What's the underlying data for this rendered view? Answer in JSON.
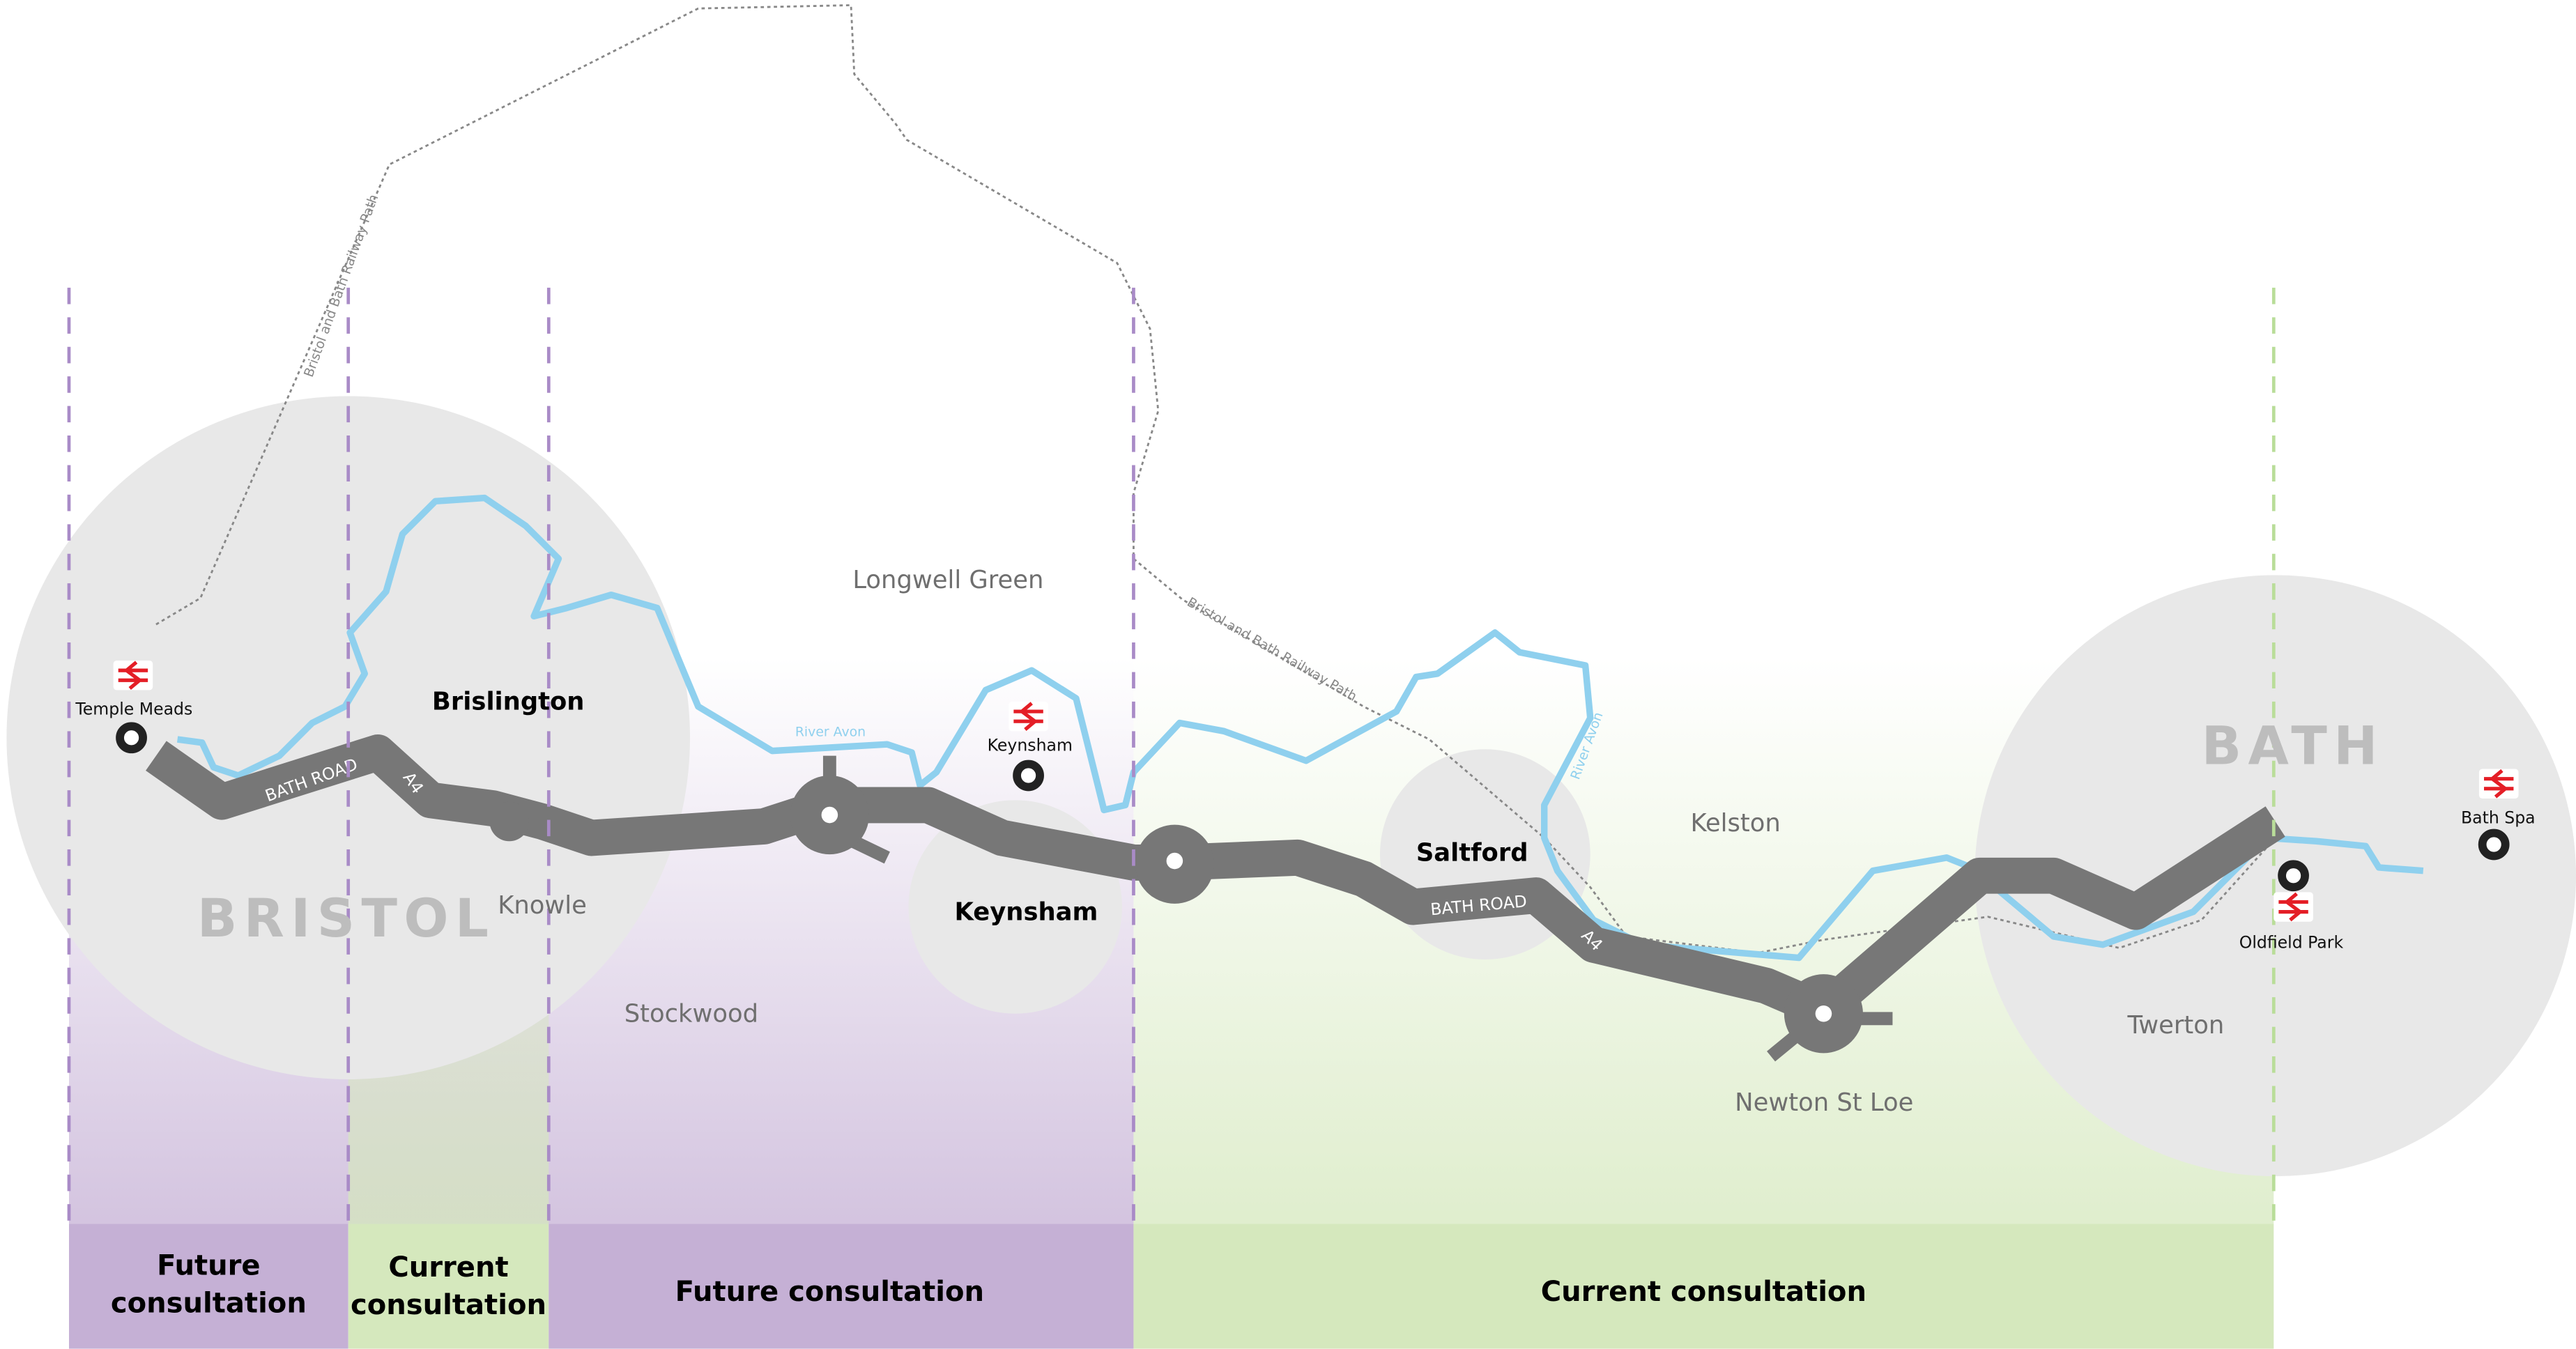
{
  "colors": {
    "road": "#777777",
    "river": "#8fd0ee",
    "future": "#c5b0d5",
    "current": "#d5e8bd",
    "circle": "#e8e8e8",
    "rail_red": "#e41e26"
  },
  "cities": {
    "bristol": "BRISTOL",
    "bath": "BATH"
  },
  "places": {
    "longwell_green": "Longwell Green",
    "knowle": "Knowle",
    "stockwood": "Stockwood",
    "kelston": "Kelston",
    "newton_st_loe": "Newton St Loe",
    "twerton": "Twerton"
  },
  "towns": {
    "brislington": "Brislington",
    "keynsham": "Keynsham",
    "saltford": "Saltford"
  },
  "stations": {
    "temple_meads": "Temple Meads",
    "keynsham": "Keynsham",
    "oldfield_park": "Oldfield Park",
    "bath_spa": "Bath Spa"
  },
  "roads": {
    "bath_road": "BATH ROAD",
    "a4": "A4"
  },
  "river": "River Avon",
  "railway_path": "Bristol and Bath Railway Path",
  "bands": [
    {
      "line1": "Future",
      "line2": "consultation",
      "status": "future"
    },
    {
      "line1": "Current",
      "line2": "consultation",
      "status": "current"
    },
    {
      "label": "Future consultation",
      "status": "future"
    },
    {
      "label": "Current consultation",
      "status": "current"
    }
  ]
}
